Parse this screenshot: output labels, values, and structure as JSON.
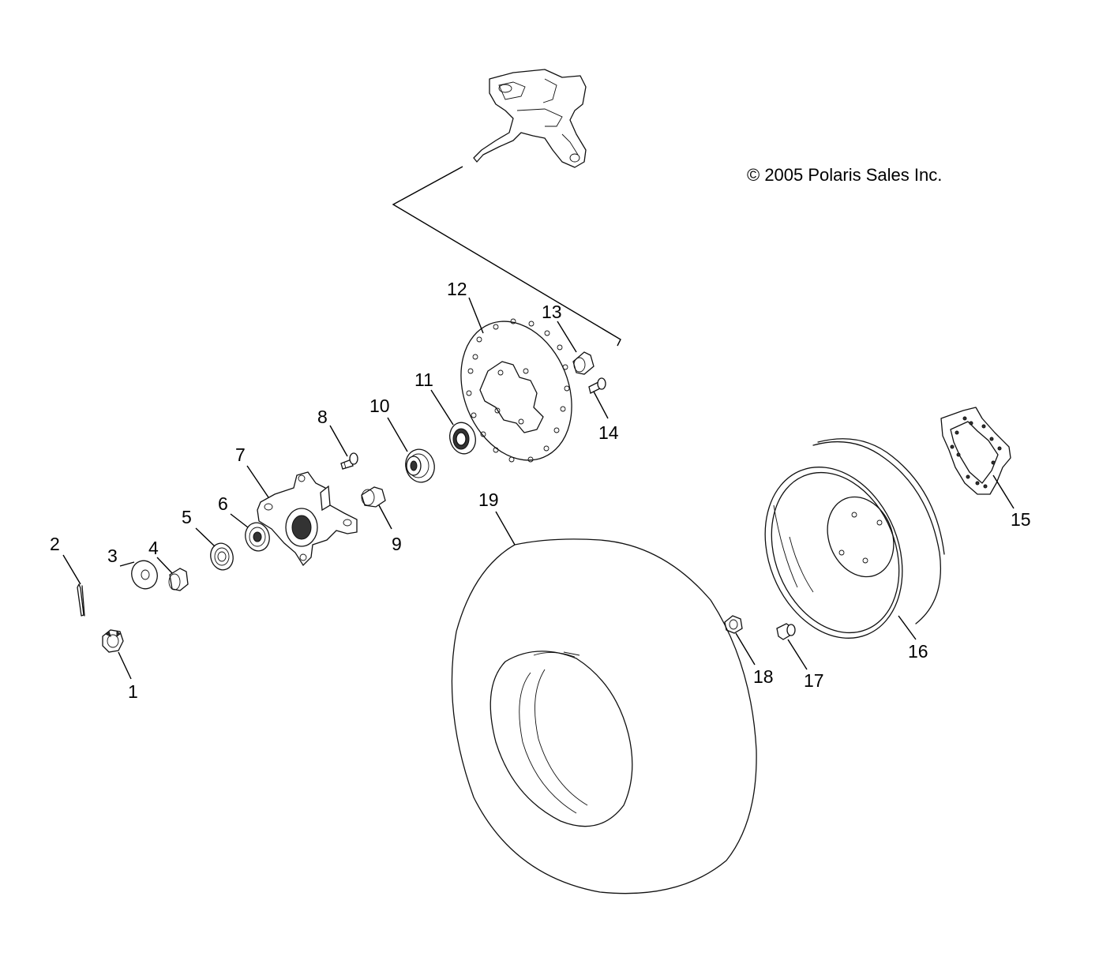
{
  "copyright": "© 2005 Polaris Sales Inc.",
  "callouts": [
    "1",
    "2",
    "3",
    "4",
    "5",
    "6",
    "7",
    "8",
    "9",
    "10",
    "11",
    "12",
    "13",
    "14",
    "15",
    "16",
    "17",
    "18",
    "19"
  ]
}
